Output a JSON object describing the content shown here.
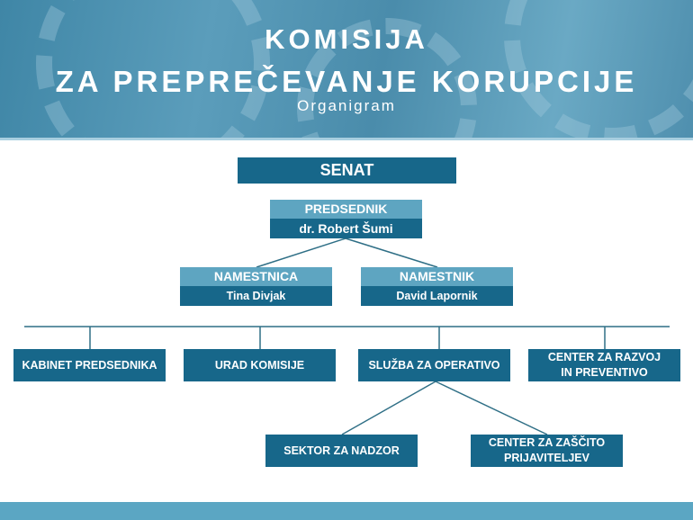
{
  "header": {
    "title_line1": "KOMISIJA",
    "title_line2": "ZA PREPREČEVANJE KORUPCIJE",
    "subtitle": "Organigram"
  },
  "colors": {
    "dark_box": "#17678a",
    "light_box": "#5ea5c1",
    "banner": "#4a8cab"
  },
  "senat": "SENAT",
  "president": {
    "title": "PREDSEDNIK",
    "name": "dr. Robert Šumi"
  },
  "deputies": [
    {
      "title": "NAMESTNICA",
      "name": "Tina Divjak"
    },
    {
      "title": "NAMESTNIK",
      "name": "David Lapornik"
    }
  ],
  "units": [
    "KABINET PREDSEDNIKA",
    "URAD KOMISIJE",
    "SLUŽBA ZA OPERATIVO",
    "CENTER ZA RAZVOJ IN PREVENTIVO"
  ],
  "subunits": [
    "SEKTOR ZA NADZOR",
    "CENTER ZA ZAŠČITO PRIJAVITELJEV"
  ]
}
